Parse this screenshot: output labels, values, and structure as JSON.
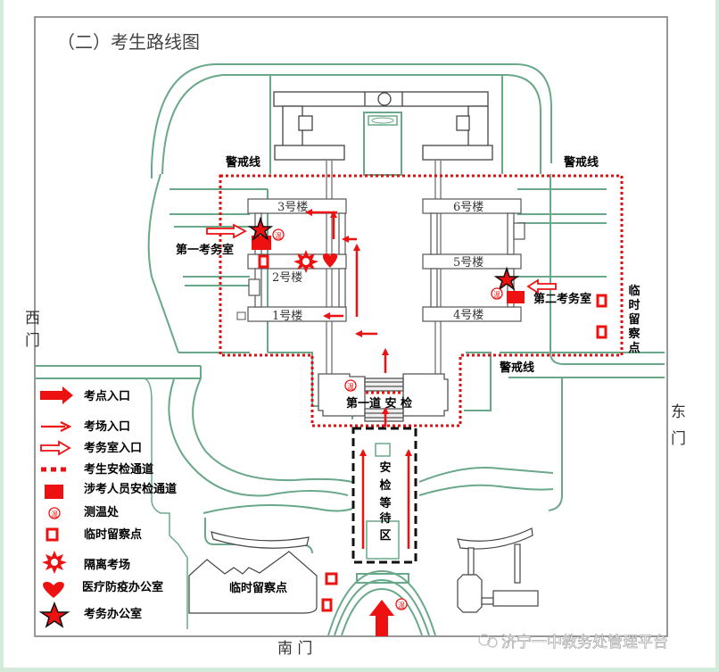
{
  "title": "（二）考生路线图",
  "colors": {
    "route_red": "#ee1111",
    "road_green": "#6aa88a",
    "wall_gray": "#666666",
    "background": "#d4eadb"
  },
  "gates": {
    "west": [
      "西",
      "门"
    ],
    "east": [
      "东",
      "门"
    ],
    "south": "南 门"
  },
  "buildings": {
    "b1": "1号楼",
    "b2": "2号楼",
    "b3": "3号楼",
    "b4": "4号楼",
    "b5": "5号楼",
    "b6": "6号楼"
  },
  "labels": {
    "cordon_left": "警戒线",
    "cordon_right": "警戒线",
    "cordon_bottom": "警戒线",
    "exam_office_1": "第一考务室",
    "exam_office_2": "第二考务室",
    "temp_observation_vertical": [
      "临",
      "时",
      "留",
      "察",
      "点"
    ],
    "temp_observation_south": "临时留察点",
    "first_security_check": "第一道 安 检",
    "waiting_area": [
      "安",
      "检",
      "等",
      "待",
      "区"
    ],
    "temp_icon_text": "温"
  },
  "legend": [
    {
      "icon": "thick-arrow-icon",
      "label": "考点入口"
    },
    {
      "icon": "thin-arrow-icon",
      "label": "考场入口"
    },
    {
      "icon": "hollow-arrow-icon",
      "label": "考务室入口"
    },
    {
      "icon": "dotted-line-icon",
      "label": "考生安检通道"
    },
    {
      "icon": "filled-square-icon",
      "label": "涉考人员安检通道"
    },
    {
      "icon": "thermometer-stamp-icon",
      "label": "测温处"
    },
    {
      "icon": "hollow-square-icon",
      "label": "临时留察点"
    },
    {
      "icon": "burst-icon",
      "label": "隔离考场"
    },
    {
      "icon": "heart-icon",
      "label": "医疗防疫办公室"
    },
    {
      "icon": "star-icon",
      "label": "考务办公室"
    }
  ],
  "watermark": "济宁一中教务处管理平台"
}
